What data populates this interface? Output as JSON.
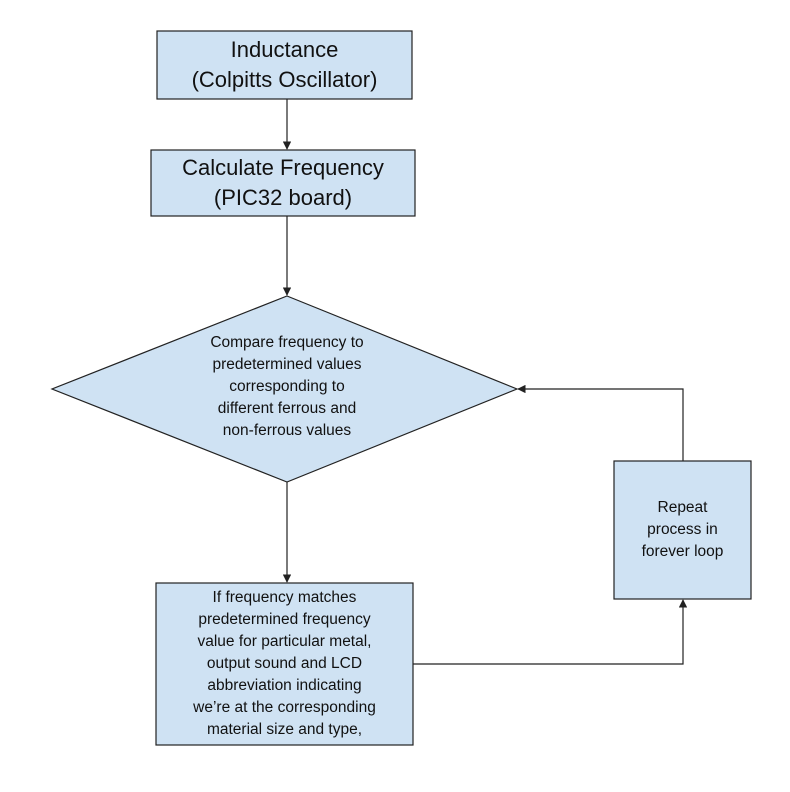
{
  "colors": {
    "fill": "#cfe2f3",
    "stroke": "#222222",
    "text": "#111111"
  },
  "nodes": {
    "inductance": {
      "lines": [
        "Inductance",
        "(Colpitts Oscillator)"
      ]
    },
    "calculate": {
      "lines": [
        "Calculate Frequency",
        "(PIC32 board)"
      ]
    },
    "compare": {
      "lines": [
        "Compare frequency to",
        "predetermined values",
        "corresponding to",
        "different ferrous and",
        "non-ferrous values"
      ]
    },
    "match": {
      "lines": [
        "If frequency matches",
        "predetermined frequency",
        "value for particular metal,",
        "output sound and LCD",
        "abbreviation indicating",
        "we’re at the corresponding",
        "material size and type,"
      ]
    },
    "repeat": {
      "lines": [
        "Repeat",
        "process in",
        "forever loop"
      ]
    }
  }
}
